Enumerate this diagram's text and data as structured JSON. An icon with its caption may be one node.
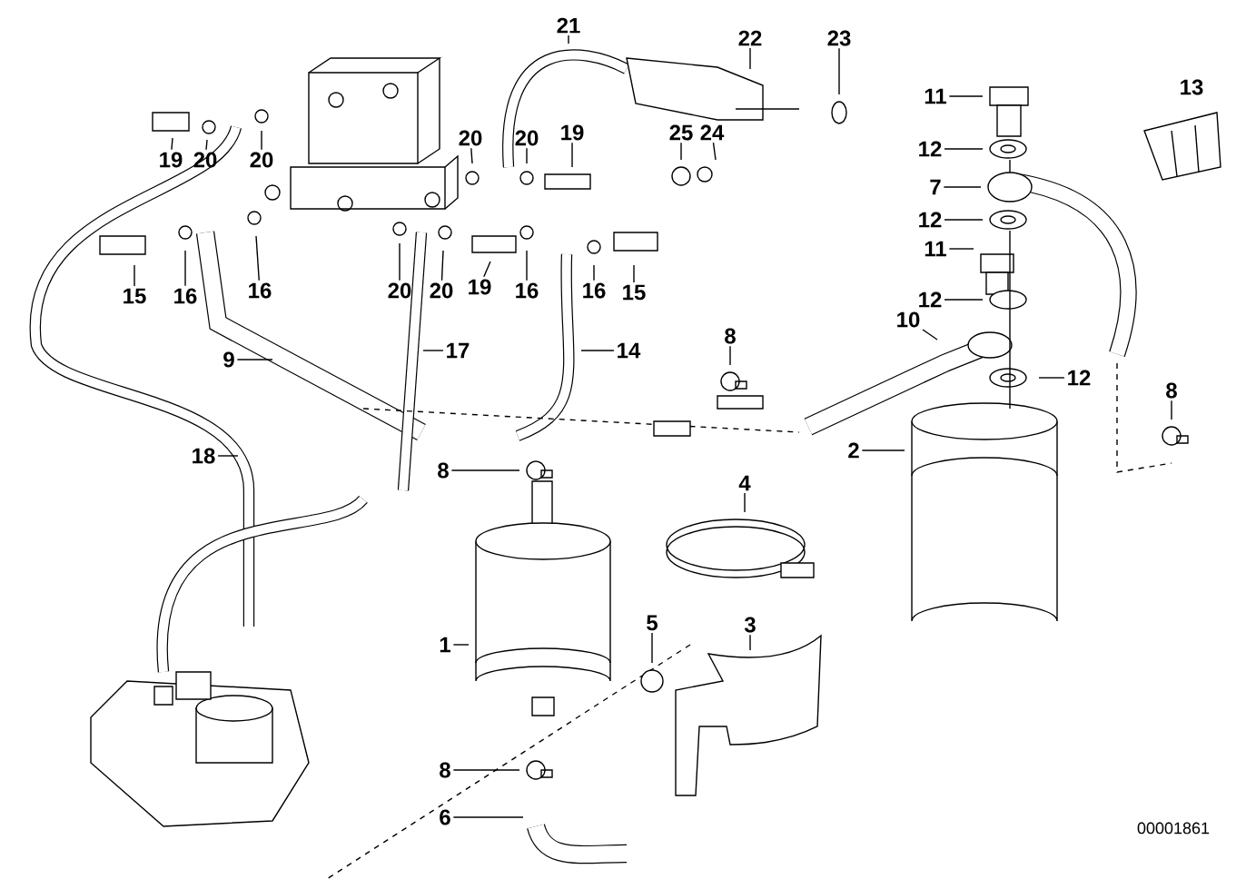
{
  "diagram": {
    "nodes": [
      {
        "text": [
          "21"
        ]
      },
      {
        "text": [
          "22"
        ]
      },
      {
        "text": [
          "23"
        ]
      },
      {
        "text": [
          "11"
        ]
      },
      {
        "text": [
          "19"
        ]
      },
      {
        "text": [
          "20"
        ]
      },
      {
        "text": [
          "20"
        ]
      },
      {
        "text": [
          "25"
        ]
      },
      {
        "text": [
          "24"
        ]
      },
      {
        "text": [
          "20"
        ]
      },
      {
        "text": [
          "20"
        ]
      },
      {
        "text": [
          "19"
        ]
      },
      {
        "text": [
          "12"
        ]
      },
      {
        "text": [
          "7"
        ]
      },
      {
        "text": [
          "12"
        ]
      },
      {
        "text": [
          "11"
        ]
      },
      {
        "text": [
          "20"
        ]
      },
      {
        "text": [
          "20"
        ]
      },
      {
        "text": [
          "19"
        ]
      },
      {
        "text": [
          "16"
        ]
      },
      {
        "text": [
          "15"
        ]
      },
      {
        "text": [
          "15"
        ]
      },
      {
        "text": [
          "16"
        ]
      },
      {
        "text": [
          "16"
        ]
      },
      {
        "text": [
          "16"
        ]
      },
      {
        "text": [
          "12"
        ]
      },
      {
        "text": [
          "8"
        ]
      },
      {
        "text": [
          "10"
        ]
      },
      {
        "text": [
          "17"
        ]
      },
      {
        "text": [
          "14"
        ]
      },
      {
        "text": [
          "9"
        ]
      },
      {
        "text": [
          "12"
        ]
      },
      {
        "text": [
          "8"
        ]
      },
      {
        "text": [
          "2"
        ]
      },
      {
        "text": [
          "18"
        ]
      },
      {
        "text": [
          "8"
        ]
      },
      {
        "text": [
          "4"
        ]
      },
      {
        "text": [
          "5"
        ]
      },
      {
        "text": [
          "3"
        ]
      },
      {
        "text": [
          "1"
        ]
      },
      {
        "text": [
          "8"
        ]
      },
      {
        "text": [
          "6"
        ]
      }
    ],
    "edges": [
      {
        "from": 0,
        "to": null,
        "arrow": "none"
      },
      {
        "from": 1,
        "to": null,
        "arrow": "none"
      },
      {
        "from": 2,
        "to": null,
        "arrow": "none"
      },
      {
        "from": 3,
        "to": null,
        "arrow": "none"
      },
      {
        "from": 4,
        "to": null,
        "arrow": "none"
      },
      {
        "from": 5,
        "to": null,
        "arrow": "none"
      },
      {
        "from": 6,
        "to": null,
        "arrow": "none"
      },
      {
        "from": 7,
        "to": null,
        "arrow": "none"
      },
      {
        "from": 8,
        "to": null,
        "arrow": "none"
      },
      {
        "from": 9,
        "to": null,
        "arrow": "none"
      },
      {
        "from": 10,
        "to": null,
        "arrow": "none"
      },
      {
        "from": 11,
        "to": null,
        "arrow": "none"
      },
      {
        "from": 12,
        "to": null,
        "arrow": "none"
      },
      {
        "from": 13,
        "to": null,
        "arrow": "none"
      },
      {
        "from": 14,
        "to": null,
        "arrow": "none"
      },
      {
        "from": 15,
        "to": null,
        "arrow": "none"
      },
      {
        "from": 16,
        "to": null,
        "arrow": "none"
      },
      {
        "from": 17,
        "to": null,
        "arrow": "none"
      },
      {
        "from": 18,
        "to": null,
        "arrow": "none"
      },
      {
        "from": 19,
        "to": null,
        "arrow": "none"
      },
      {
        "from": 20,
        "to": null,
        "arrow": "none"
      },
      {
        "from": 21,
        "to": null,
        "arrow": "none"
      },
      {
        "from": 22,
        "to": null,
        "arrow": "none"
      },
      {
        "from": 23,
        "to": null,
        "arrow": "none"
      },
      {
        "from": 24,
        "to": null,
        "arrow": "none"
      },
      {
        "from": 25,
        "to": null,
        "arrow": "none"
      },
      {
        "from": 26,
        "to": null,
        "arrow": "none"
      },
      {
        "from": 27,
        "to": null,
        "arrow": "none"
      },
      {
        "from": 28,
        "to": null,
        "arrow": "none"
      },
      {
        "from": 29,
        "to": null,
        "arrow": "none"
      },
      {
        "from": 30,
        "to": null,
        "arrow": "none"
      },
      {
        "from": 31,
        "to": null,
        "arrow": "none"
      },
      {
        "from": 32,
        "to": null,
        "arrow": "none"
      },
      {
        "from": 33,
        "to": null,
        "arrow": "none"
      },
      {
        "from": 34,
        "to": null,
        "arrow": "none"
      },
      {
        "from": 35,
        "to": null,
        "arrow": "none"
      },
      {
        "from": 36,
        "to": null,
        "arrow": "none"
      },
      {
        "from": 37,
        "to": null,
        "arrow": "none"
      },
      {
        "from": 38,
        "to": null,
        "arrow": "none"
      },
      {
        "from": 39,
        "to": null,
        "arrow": "none"
      },
      {
        "from": 40,
        "to": null,
        "arrow": "none"
      },
      {
        "from": 41,
        "to": null,
        "arrow": "none"
      }
    ],
    "labels": [
      "13",
      "00001861"
    ]
  }
}
